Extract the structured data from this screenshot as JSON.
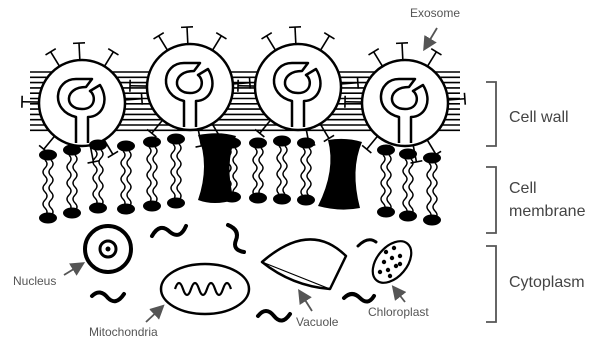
{
  "diagram": {
    "labels": {
      "exosome": "Exosome",
      "cell_wall": "Cell wall",
      "cell_membrane_line1": "Cell",
      "cell_membrane_line2": "membrane",
      "cytoplasm": "Cytoplasm",
      "nucleus": "Nucleus",
      "mitochondria": "Mitochondria",
      "vacuole": "Vacuole",
      "chloroplast": "Chloroplast"
    },
    "colors": {
      "stroke": "#000000",
      "label_text": "#555555",
      "bracket": "#555555",
      "arrow": "#555555"
    }
  }
}
